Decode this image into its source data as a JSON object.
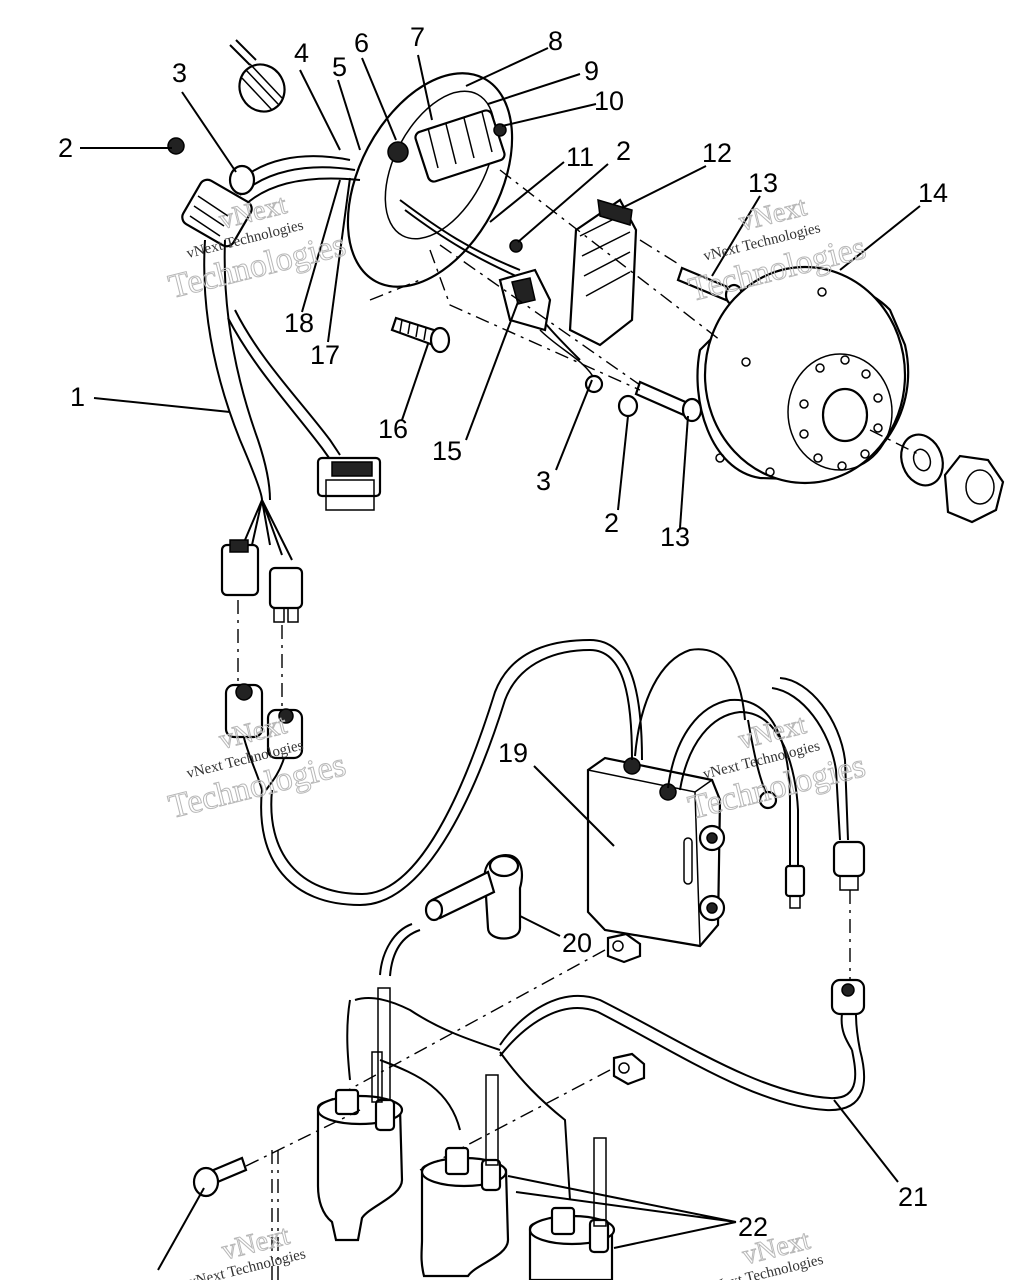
{
  "diagram": {
    "callouts": [
      {
        "id": "c1",
        "text": "1"
      },
      {
        "id": "c2a",
        "text": "2"
      },
      {
        "id": "c2b",
        "text": "2"
      },
      {
        "id": "c2c",
        "text": "2"
      },
      {
        "id": "c3a",
        "text": "3"
      },
      {
        "id": "c3b",
        "text": "3"
      },
      {
        "id": "c4",
        "text": "4"
      },
      {
        "id": "c5",
        "text": "5"
      },
      {
        "id": "c6",
        "text": "6"
      },
      {
        "id": "c7",
        "text": "7"
      },
      {
        "id": "c8",
        "text": "8"
      },
      {
        "id": "c9",
        "text": "9"
      },
      {
        "id": "c10",
        "text": "10"
      },
      {
        "id": "c11",
        "text": "11"
      },
      {
        "id": "c12",
        "text": "12"
      },
      {
        "id": "c13a",
        "text": "13"
      },
      {
        "id": "c13b",
        "text": "13"
      },
      {
        "id": "c14",
        "text": "14"
      },
      {
        "id": "c15",
        "text": "15"
      },
      {
        "id": "c16",
        "text": "16"
      },
      {
        "id": "c17",
        "text": "17"
      },
      {
        "id": "c18",
        "text": "18"
      },
      {
        "id": "c19",
        "text": "19"
      },
      {
        "id": "c20",
        "text": "20"
      },
      {
        "id": "c21",
        "text": "21"
      },
      {
        "id": "c22",
        "text": "22"
      }
    ],
    "watermarks": {
      "brand_name": "vNext Technologies",
      "word1": "vNext",
      "word2": "Technologies"
    }
  }
}
